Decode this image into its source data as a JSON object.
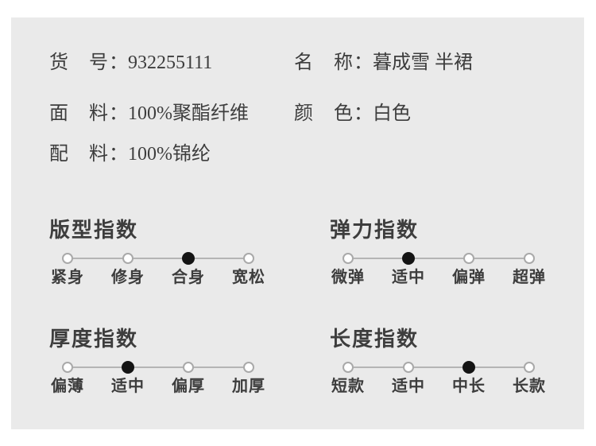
{
  "colors": {
    "page_bg": "#ffffff",
    "panel_bg": "#eaeaea",
    "text": "#3d3d3d",
    "track": "#b5b5b5",
    "dot_border": "#a9a9a9",
    "dot_fill": "#ffffff",
    "dot_selected": "#141414"
  },
  "colon": "：",
  "info": [
    {
      "label": "货　号",
      "value": "932255111",
      "col": 0,
      "row": 0
    },
    {
      "label": "名　称",
      "value": "暮成雪 半裙",
      "col": 1,
      "row": 0
    },
    {
      "label": "面　料",
      "value": "100%聚酯纤维",
      "col": 0,
      "row": 1
    },
    {
      "label": "颜　色",
      "value": "白色",
      "col": 1,
      "row": 1
    },
    {
      "label": "配　料",
      "value": "100%锦纶",
      "col": 0,
      "row": 2
    }
  ],
  "indices": [
    {
      "title": "版型指数",
      "options": [
        "紧身",
        "修身",
        "合身",
        "宽松"
      ],
      "selected_index": 2,
      "selected_label": "合身",
      "col": 0,
      "row": 0
    },
    {
      "title": "弹力指数",
      "options": [
        "微弹",
        "适中",
        "偏弹",
        "超弹"
      ],
      "selected_index": 1,
      "selected_label": "适中",
      "col": 1,
      "row": 0
    },
    {
      "title": "厚度指数",
      "options": [
        "偏薄",
        "适中",
        "偏厚",
        "加厚"
      ],
      "selected_index": 1,
      "selected_label": "适中",
      "col": 0,
      "row": 1
    },
    {
      "title": "长度指数",
      "options": [
        "短款",
        "适中",
        "中长",
        "长款"
      ],
      "selected_index": 2,
      "selected_label": "中长",
      "col": 1,
      "row": 1
    }
  ]
}
